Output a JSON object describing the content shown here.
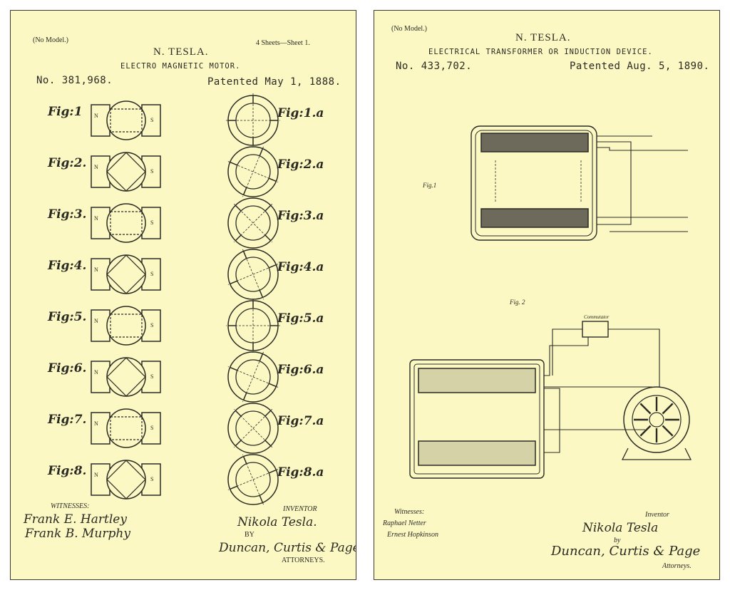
{
  "left_patent": {
    "model_note": "(No Model.)",
    "sheets": "4 Sheets—Sheet 1.",
    "inventor_name": "N. TESLA.",
    "title": "ELECTRO MAGNETIC MOTOR.",
    "number": "No. 381,968.",
    "date": "Patented May 1, 1888.",
    "figures_left": [
      "Fig:1",
      "Fig:2.",
      "Fig:3.",
      "Fig:4.",
      "Fig:5.",
      "Fig:6.",
      "Fig:7.",
      "Fig:8."
    ],
    "figures_right": [
      "Fig:1.a",
      "Fig:2.a",
      "Fig:3.a",
      "Fig:4.a",
      "Fig:5.a",
      "Fig:6.a",
      "Fig:7.a",
      "Fig:8.a"
    ],
    "witnesses_label": "WITNESSES:",
    "witnesses": [
      "Frank E. Hartley",
      "Frank B. Murphy"
    ],
    "inventor_label": "INVENTOR",
    "inventor_signature": "Nikola Tesla.",
    "by": "BY",
    "attorney_signature": "Duncan, Curtis & Page",
    "attorneys_label": "ATTORNEYS."
  },
  "right_patent": {
    "model_note": "(No Model.)",
    "inventor_name": "N. TESLA.",
    "title": "ELECTRICAL TRANSFORMER OR INDUCTION DEVICE.",
    "number": "No. 433,702.",
    "date": "Patented Aug. 5, 1890.",
    "fig1_label": "Fig.1",
    "fig2_label": "Fig. 2",
    "commutator_label": "Commutator",
    "witnesses_label": "Witnesses:",
    "witnesses": [
      "Raphael Netter",
      "Ernest Hopkinson"
    ],
    "inventor_label": "Inventor",
    "inventor_signature": "Nikola Tesla",
    "by": "by",
    "attorney_signature": "Duncan, Curtis & Page",
    "attorneys_label": "Attorneys."
  }
}
